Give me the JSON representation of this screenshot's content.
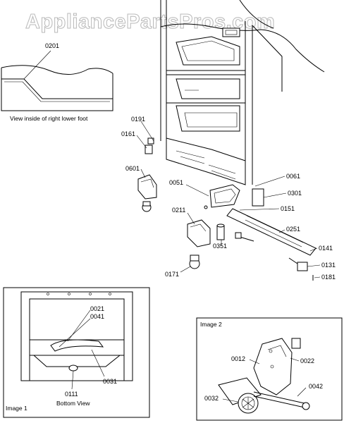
{
  "watermark": "AppliancePartsPros.com",
  "captions": {
    "foot_view": "View inside of right lower foot",
    "bottom_view": "Bottom View",
    "image1": "Image 1",
    "image2": "Image 2"
  },
  "parts": {
    "p0201": "0201",
    "p0191": "0191",
    "p0161": "0161",
    "p0601": "0601",
    "p0051": "0051",
    "p0061": "0061",
    "p0301": "0301",
    "p0151": "0151",
    "p0211": "0211",
    "p0251": "0251",
    "p0351": "0351",
    "p0141": "0141",
    "p0131": "0131",
    "p0171": "0171",
    "p0181": "0181",
    "p0021": "0021",
    "p0041": "0041",
    "p0031": "0031",
    "p0111": "0111",
    "p0012": "0012",
    "p0022": "0022",
    "p0032": "0032",
    "p0042": "0042"
  }
}
